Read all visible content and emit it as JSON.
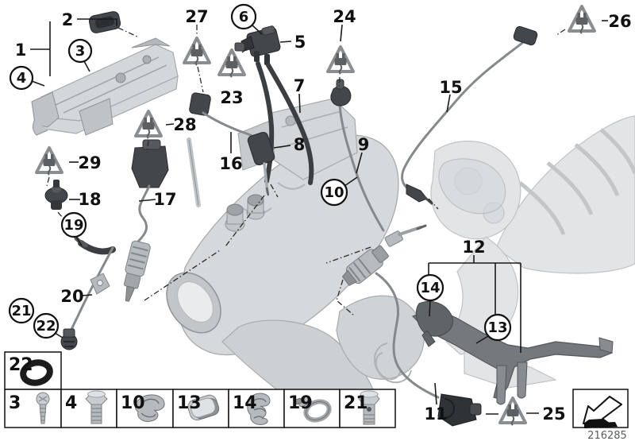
{
  "doc": {
    "number": "216285"
  },
  "icons": {
    "warning_triangle": "electrical-connector-warning-icon",
    "direction_arrow": "view-direction-arrow-icon"
  },
  "colors": {
    "background": "#ffffff",
    "line": "#1a1a1a",
    "machinery_light": "#e2e4e6",
    "machinery_mid": "#d6d9dc",
    "dark_part": "#43464a",
    "triangle_stroke": "#8a8e91"
  },
  "callouts": {
    "c1": "1",
    "c2": "2",
    "c3": "3",
    "c4": "4",
    "c5": "5",
    "c6": "6",
    "c7": "7",
    "c8": "8",
    "c9": "9",
    "c10": "10",
    "c11": "11",
    "c12": "12",
    "c13": "13",
    "c14": "14",
    "c15": "15",
    "c16": "16",
    "c17": "17",
    "c18": "18",
    "c19": "19",
    "c20": "20",
    "c21": "21",
    "c22": "22",
    "c23": "23",
    "c24": "24",
    "c25": "25",
    "c26": "26",
    "c27": "27",
    "c28": "28",
    "c29": "29"
  },
  "legend": {
    "items": [
      {
        "num": "22",
        "part": "o-ring-seal"
      },
      {
        "num": "3",
        "part": "pan-head-screw"
      },
      {
        "num": "4",
        "part": "hex-bolt"
      },
      {
        "num": "10",
        "part": "spring-clip"
      },
      {
        "num": "13",
        "part": "clamp-sleeve"
      },
      {
        "num": "14",
        "part": "cable-clip"
      },
      {
        "num": "19",
        "part": "hose-clamp"
      },
      {
        "num": "21",
        "part": "banjo-bolt"
      }
    ]
  }
}
